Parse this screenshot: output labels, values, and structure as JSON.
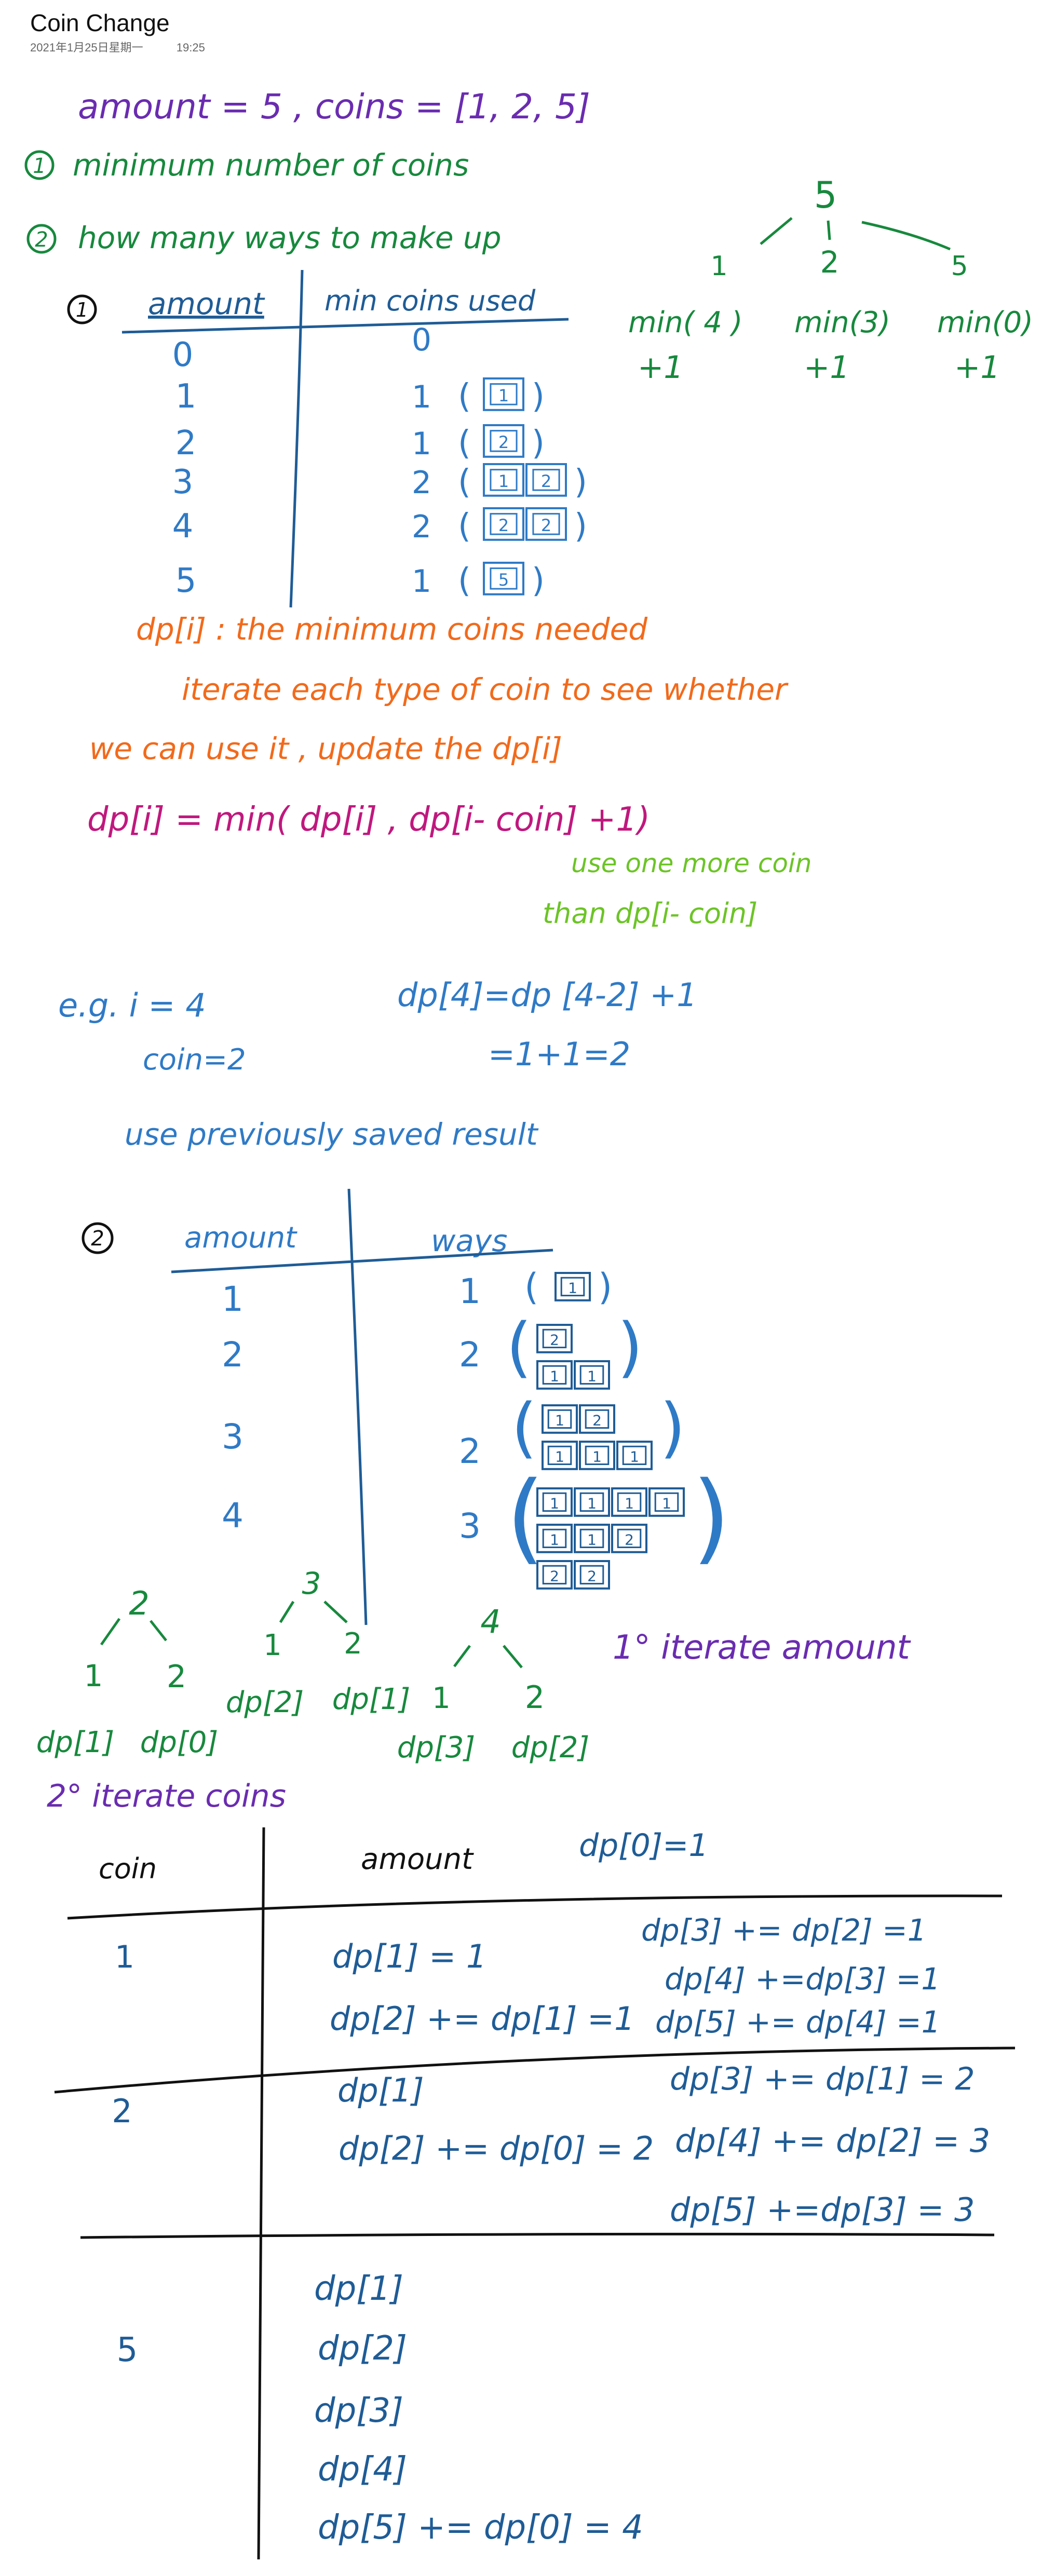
{
  "note": {
    "title": "Coin Change",
    "date": "2021年1月25日星期一",
    "time": "19:25"
  },
  "colors": {
    "purple": "#6a2cb0",
    "green": "#17893d",
    "blue": "#2f7ac6",
    "navy": "#1f5c96",
    "orange": "#f26a1b",
    "magenta": "#c0187e",
    "lime": "#6cc426",
    "black": "#111111"
  },
  "header": {
    "problem": "amount = 5 ,  coins = [1, 2, 5]",
    "q1_num": "1",
    "q1_text": "minimum  number  of  coins",
    "q2_num": "2",
    "q2_text": "how  many  ways  to  make  up"
  },
  "tree1": {
    "root": "5",
    "branch_1": "1",
    "branch_2": "2",
    "branch_3": "5",
    "leaf_1": "min( 4 )",
    "leaf_2": "min(3)",
    "leaf_3": "min(0)",
    "plus_1": "+1",
    "plus_2": "+1",
    "plus_3": "+1"
  },
  "table1": {
    "section_num": "1",
    "col_amount": "amount",
    "col_min": "min coins used",
    "amounts": [
      "0",
      "1",
      "2",
      "3",
      "4",
      "5"
    ],
    "mins": [
      "0",
      "1",
      "1",
      "2",
      "2",
      "1"
    ],
    "coins": [
      [],
      [
        "1"
      ],
      [
        "2"
      ],
      [
        "1",
        "2"
      ],
      [
        "2",
        "2"
      ],
      [
        "5"
      ]
    ]
  },
  "explain1": {
    "dp_def": "dp[i] : the minimum coins needed",
    "iterate": "iterate each type of coin to see whether",
    "update": "we can use it , update the dp[i]",
    "formula": "dp[i] = min( dp[i] ,  dp[i- coin] +1)",
    "note1": "use one more coin",
    "note2": "than dp[i- coin]"
  },
  "example": {
    "eg": "e.g.  i = 4",
    "coin": "coin=2",
    "calc1": "dp[4]=dp [4-2] +1",
    "calc2": "=1+1=2",
    "reuse": "use previously  saved result"
  },
  "table2": {
    "section_num": "2",
    "col_amount": "amount",
    "col_ways": "ways",
    "amounts": [
      "1",
      "2",
      "3",
      "4"
    ],
    "ways": [
      "1",
      "2",
      "2",
      "3"
    ],
    "combos": [
      [
        [
          "1"
        ]
      ],
      [
        [
          "2"
        ],
        [
          "1",
          "1"
        ]
      ],
      [
        [
          "1",
          "2"
        ],
        [
          "1",
          "1",
          "1"
        ]
      ],
      [
        [
          "1",
          "1",
          "1",
          "1"
        ],
        [
          "1",
          "1",
          "2"
        ],
        [
          "2",
          "2"
        ]
      ]
    ]
  },
  "trees2": {
    "t2_root": "2",
    "t2_l": "1",
    "t2_r": "2",
    "t2_dl": "dp[1]",
    "t2_dr": "dp[0]",
    "t3_root": "3",
    "t3_l": "1",
    "t3_r": "2",
    "t3_dl": "dp[2]",
    "t3_dr": "dp[1]",
    "t4_root": "4",
    "t4_l": "1",
    "t4_r": "2",
    "t4_dl": "dp[3]",
    "t4_dr": "dp[2]"
  },
  "iterate": {
    "amount_label": "1° iterate  amount",
    "coins_label": "2° iterate coins"
  },
  "table3": {
    "col_coin": "coin",
    "col_amount": "amount",
    "init": "dp[0]=1",
    "rows": [
      {
        "coin": "1",
        "left": [
          "dp[1] = 1",
          "dp[2] += dp[1] =1"
        ],
        "right": [
          "dp[3] += dp[2] =1",
          "dp[4] +=dp[3] =1",
          "dp[5] += dp[4] =1"
        ]
      },
      {
        "coin": "2",
        "left": [
          "dp[1]",
          "dp[2] += dp[0]  = 2"
        ],
        "right": [
          "dp[3] += dp[1] = 2",
          "dp[4] += dp[2] = 3",
          "dp[5] +=dp[3] = 3"
        ]
      },
      {
        "coin": "5",
        "left": [
          "dp[1]",
          "dp[2]",
          "dp[3]",
          "dp[4]",
          "dp[5] += dp[0] = 4"
        ],
        "right": []
      }
    ]
  }
}
